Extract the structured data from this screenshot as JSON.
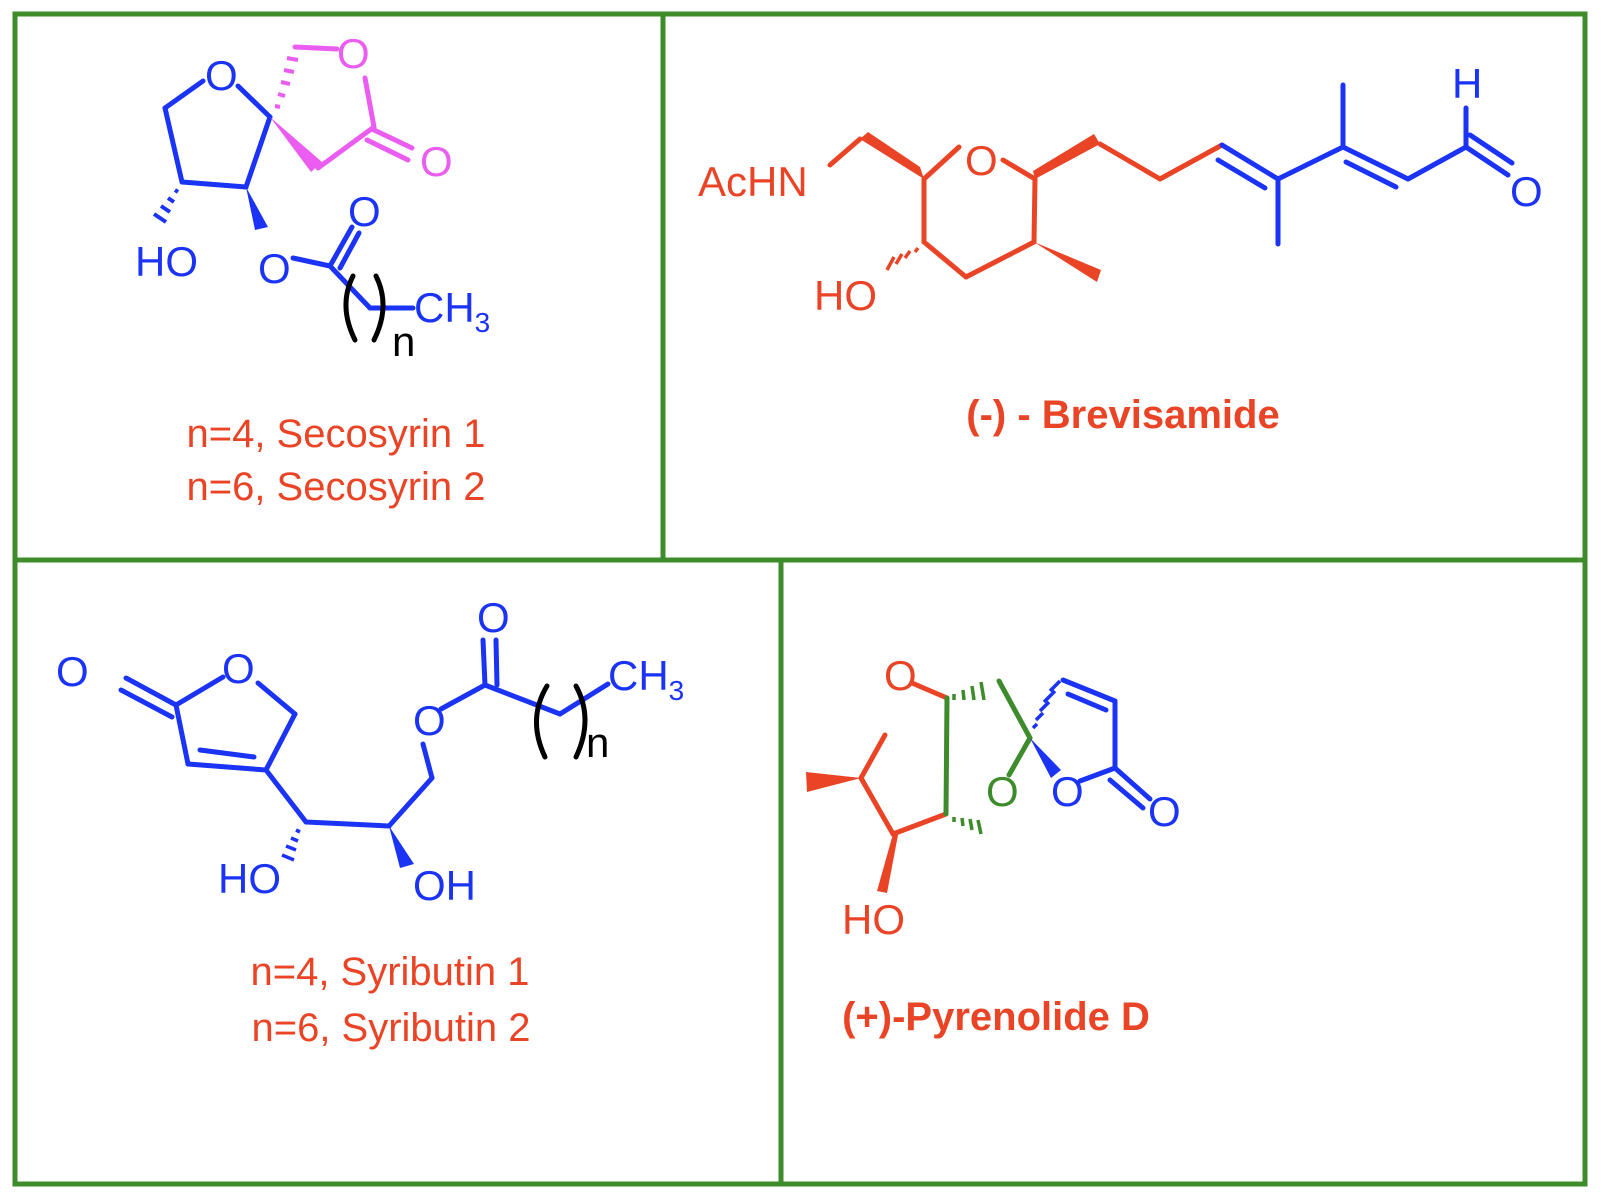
{
  "colors": {
    "border": "#3d8b2a",
    "blue": "#1a33f5",
    "red": "#ea4426",
    "magenta": "#ea5df0",
    "green": "#3d8b2a",
    "black": "#000000"
  },
  "panels": [
    {
      "id": "secosyrin",
      "atoms": {
        "ring_o": "O",
        "lactone_o": "O",
        "carbonyl_o": "O",
        "ho": "HO",
        "ester_o": "O",
        "ester_carbonyl_o": "O",
        "ch3": "CH",
        "ch3_sub": "3",
        "n": "n"
      },
      "captions": [
        "n=4, Secosyrin 1",
        "n=6, Secosyrin 2"
      ]
    },
    {
      "id": "brevisamide",
      "atoms": {
        "achn": "AcHN",
        "ring_o": "O",
        "ho": "HO",
        "ald_h": "H",
        "ald_o": "O"
      },
      "title": "(-) - Brevisamide"
    },
    {
      "id": "syributin",
      "atoms": {
        "lactone_co": "O",
        "ring_o": "O",
        "ester_carbonyl_o": "O",
        "ester_o": "O",
        "ch3": "CH",
        "ch3_sub": "3",
        "n": "n",
        "ho": "HO",
        "oh": "OH"
      },
      "captions": [
        "n=4, Syributin 1",
        "n=6, Syributin 2"
      ]
    },
    {
      "id": "pyrenolide",
      "atoms": {
        "ring_o_red": "O",
        "ring_o_green": "O",
        "ring_o_blue": "O",
        "carbonyl_o": "O",
        "ho": "HO"
      },
      "title": "(+)-Pyrenolide D"
    }
  ]
}
